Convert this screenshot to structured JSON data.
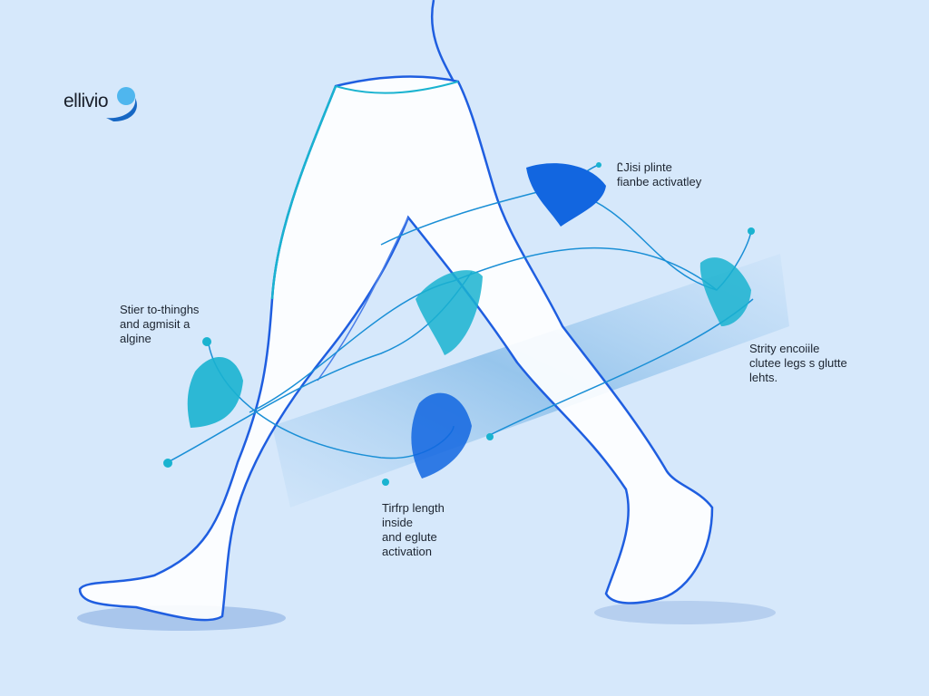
{
  "brand": {
    "logo_text": "ellivio"
  },
  "labels": {
    "top_right": "Ꮭ⁠Jisi plinte\nfianbe activatley",
    "left": "Stier to-thinghs\nand agmisit a\nalgine",
    "right": "Strity encoiile\nclutee legs s glutte\nlehts.",
    "bottom": "Tirfrp length\ninside\nand eglute\nactivation"
  },
  "colors": {
    "background": "#d6e8fb",
    "outline": "#1f5ee0",
    "accent_cyan": "#1ab3d0",
    "accent_blue": "#1266e0"
  }
}
